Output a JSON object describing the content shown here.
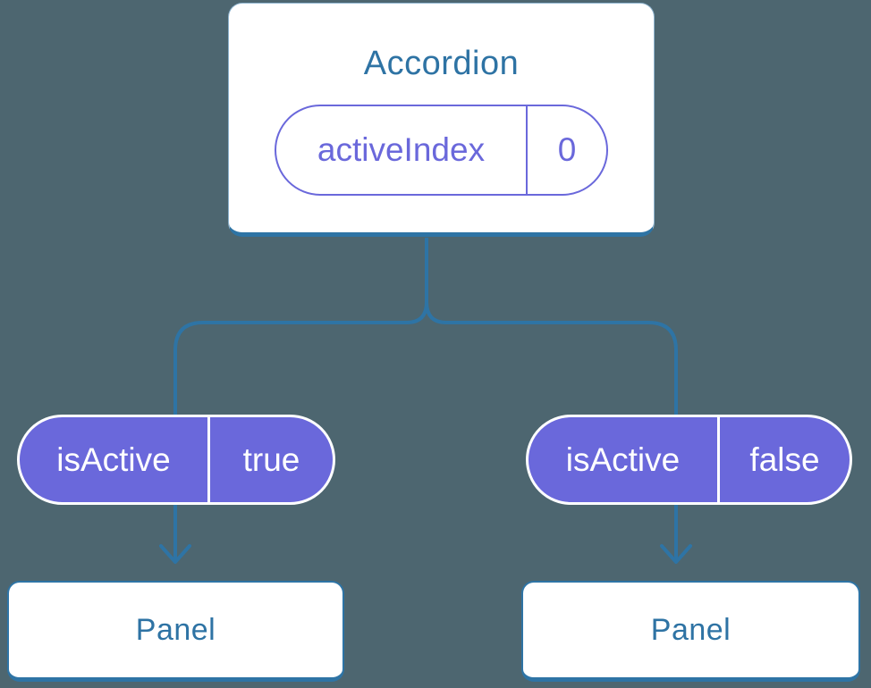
{
  "colors": {
    "background": "#4D6670",
    "line_blue": "#2E74A5",
    "text_blue": "#2E73A4",
    "purple": "#6A68DB",
    "white": "#FFFFFF"
  },
  "tree": {
    "root": {
      "title": "Accordion",
      "state_pill": {
        "name": "activeIndex",
        "value": "0"
      }
    },
    "children": [
      {
        "prop_pill": {
          "name": "isActive",
          "value": "true"
        },
        "node_label": "Panel"
      },
      {
        "prop_pill": {
          "name": "isActive",
          "value": "false"
        },
        "node_label": "Panel"
      }
    ]
  }
}
